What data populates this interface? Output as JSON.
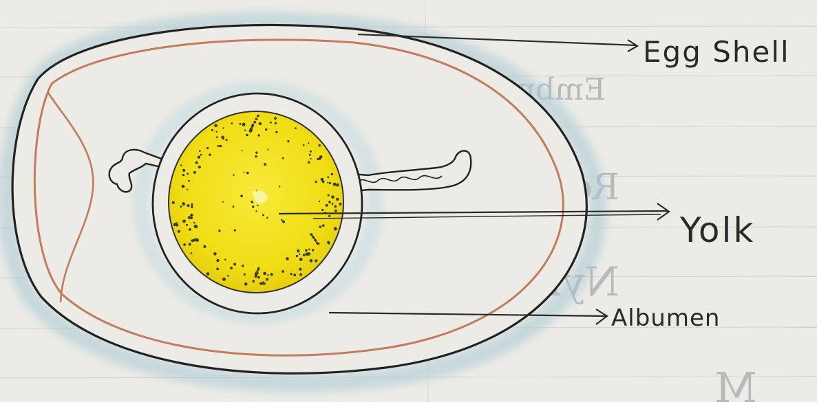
{
  "labels": {
    "egg_shell": "Egg Shell",
    "yolk": "Yolk",
    "albumen": "Albumen"
  },
  "bleed_through": {
    "line1": "Embryo",
    "line2": "Reptiles",
    "line3": "Nymph",
    "line4": "M"
  },
  "colors": {
    "paper": "#ecebe6",
    "shell_shadow": "#a9c9d3",
    "shell_outline": "#222222",
    "membrane": "#c47a5c",
    "yolk": "#f2e118",
    "yolk_dots": "#3a3a2a",
    "ink": "#2a2a2a"
  }
}
